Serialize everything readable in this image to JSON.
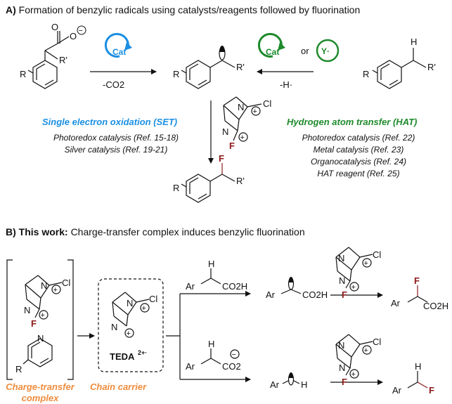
{
  "partA": {
    "letter": "A)",
    "title": "Formation of benzylic radicals using catalysts/reagents followed by fluorination",
    "cat_label": "Cat",
    "or_label": "or",
    "y_label": "Y·",
    "left_condition": "-CO2",
    "right_condition": "-H·",
    "set_title": "Single electron oxidation (SET)",
    "set_refs": [
      "Photoredox catalysis (Ref. 15-18)",
      "Silver catalysis (Ref. 19-21)"
    ],
    "hat_title": "Hydrogen atom transfer (HAT)",
    "hat_refs": [
      "Photoredox catalysis (Ref. 22)",
      "Metal catalysis (Ref. 23)",
      "Organocatalysis (Ref. 24)",
      "HAT reagent (Ref. 25)"
    ]
  },
  "partB": {
    "letter": "B) This work:",
    "title": "Charge-transfer complex induces benzylic fluorination",
    "ctc_label": "Charge-transfer complex",
    "carrier_label": "Chain carrier",
    "teda_label": "TEDA",
    "teda_charge": "2+·"
  },
  "atoms": {
    "R": "R",
    "Rp": "R'",
    "O": "O",
    "H": "H",
    "F": "F",
    "N": "N",
    "Cl": "Cl",
    "Ar": "Ar",
    "CO2H": "CO2H",
    "CO2": "CO2",
    "plus": "+",
    "minus": "−"
  },
  "colors": {
    "blue": "#1a8fe3",
    "green": "#1e8a2c",
    "orange": "#f08c3c",
    "fluorine": "#8b1a1a"
  }
}
